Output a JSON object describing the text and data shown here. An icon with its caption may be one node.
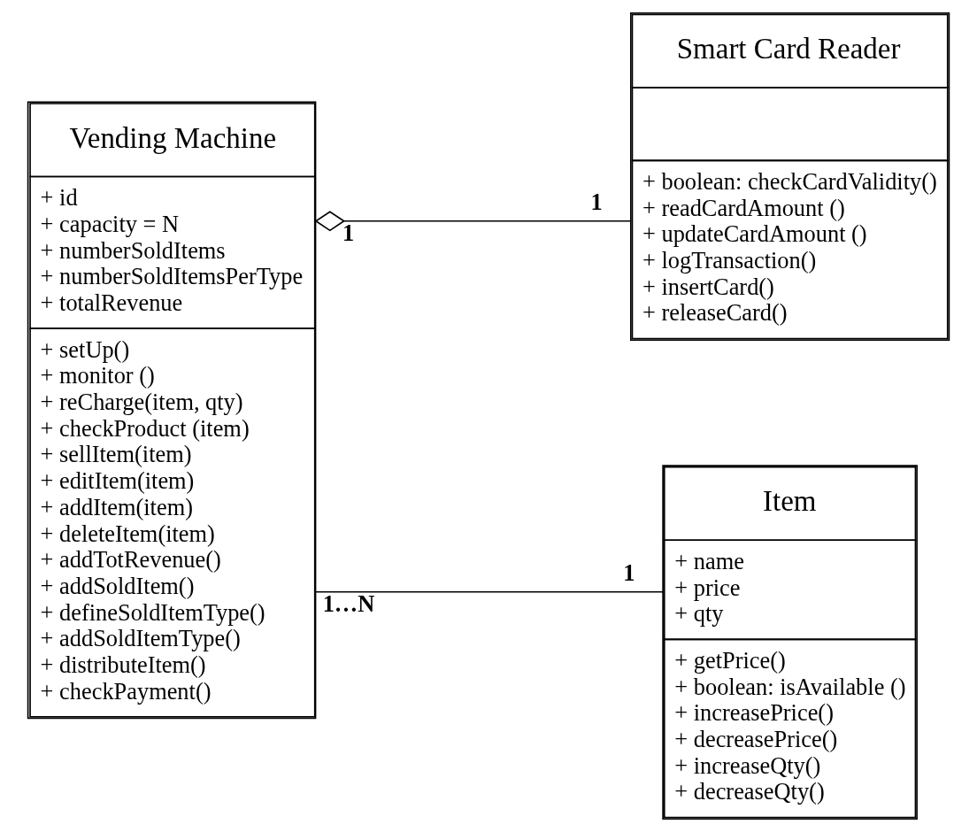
{
  "diagram": {
    "nodes": [
      {
        "text": [
          "Vending Machine",
          "+ id",
          "+ capacity = N",
          "+ numberSoldItems",
          "+ numberSoldItemsPerType",
          "+ totalRevenue",
          "+ setUp()",
          "+ monitor ()",
          "+ reCharge(item, qty)",
          "+ checkProduct (item)",
          "+ sellItem(item)",
          "+ editItem(item)",
          "+ addItem(item)",
          "+ deleteItem(item)",
          "+ addTotRevenue()",
          "+ addSoldItem()",
          "+ defineSoldItemType()",
          "+ addSoldItemType()",
          "+ distributeItem()",
          "+ checkPayment()"
        ]
      },
      {
        "text": [
          "Smart Card Reader",
          "+ boolean: checkCardValidity()",
          "+ readCardAmount ()",
          "+ updateCardAmount ()",
          "+ logTransaction()",
          "+ insertCard()",
          "+ releaseCard()"
        ]
      },
      {
        "text": [
          "Item",
          "+ name",
          "+ price",
          "+ qty",
          "+ getPrice()",
          "+ boolean: isAvailable ()",
          "+ increasePrice()",
          "+ decreasePrice()",
          "+ increaseQty()",
          "+ decreaseQty()"
        ]
      }
    ],
    "edges": [
      {
        "from": 0,
        "to": 1,
        "arrow": "other"
      },
      {
        "from": 0,
        "to": 2,
        "arrow": "none"
      }
    ],
    "labels": [
      "1",
      "1",
      "1…N",
      "1"
    ]
  }
}
